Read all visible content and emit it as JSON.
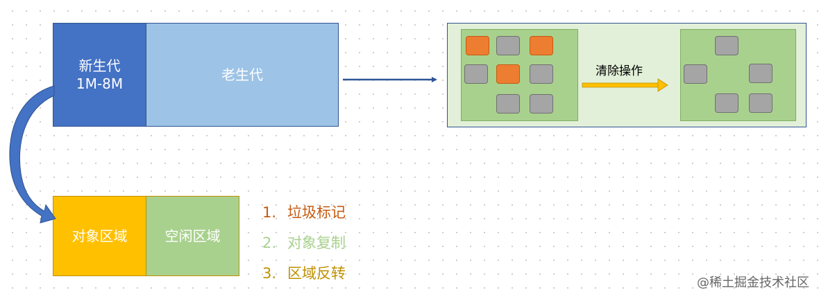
{
  "heap": {
    "young_line1": "新生代",
    "young_line2": "1M-8M",
    "old": "老生代"
  },
  "young_space": {
    "object_area": "对象区域",
    "free_area": "空闲区域"
  },
  "steps": [
    {
      "num": "1.",
      "text": "垃圾标记",
      "color": "#c55a11"
    },
    {
      "num": "2.",
      "text": "对象复制",
      "color": "#a9d18e"
    },
    {
      "num": "3.",
      "text": "区域反转",
      "color": "#bf9000"
    }
  ],
  "gc_demo": {
    "clear_label": "清除操作"
  },
  "colors": {
    "young": "#4472c4",
    "old": "#9dc3e6",
    "object_area": "#ffc000",
    "free_area": "#a9d18e",
    "live_object": "#a5a5a5",
    "dead_object": "#ed7d31",
    "arrow": "#ffc000"
  },
  "watermark": "@稀土掘金技术社区"
}
